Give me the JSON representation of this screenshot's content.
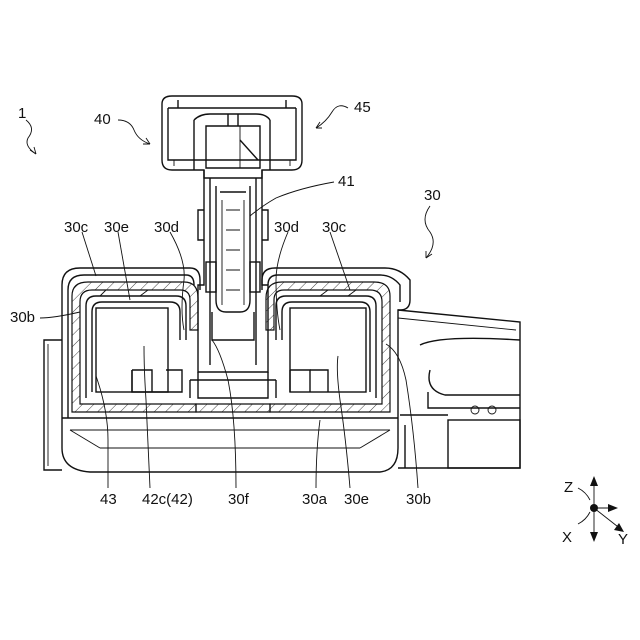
{
  "labels": {
    "l_1": "1",
    "l_40": "40",
    "l_45": "45",
    "l_41": "41",
    "l_30": "30",
    "l_30c_left": "30c",
    "l_30e_top": "30e",
    "l_30d_left": "30d",
    "l_30d_right": "30d",
    "l_30c_right": "30c",
    "l_30b_left": "30b",
    "l_43": "43",
    "l_42c": "42c(42)",
    "l_30f": "30f",
    "l_30a": "30a",
    "l_30e_bottom": "30e",
    "l_30b_right": "30b"
  },
  "axes": {
    "z": "Z",
    "x": "X",
    "y": "Y"
  }
}
